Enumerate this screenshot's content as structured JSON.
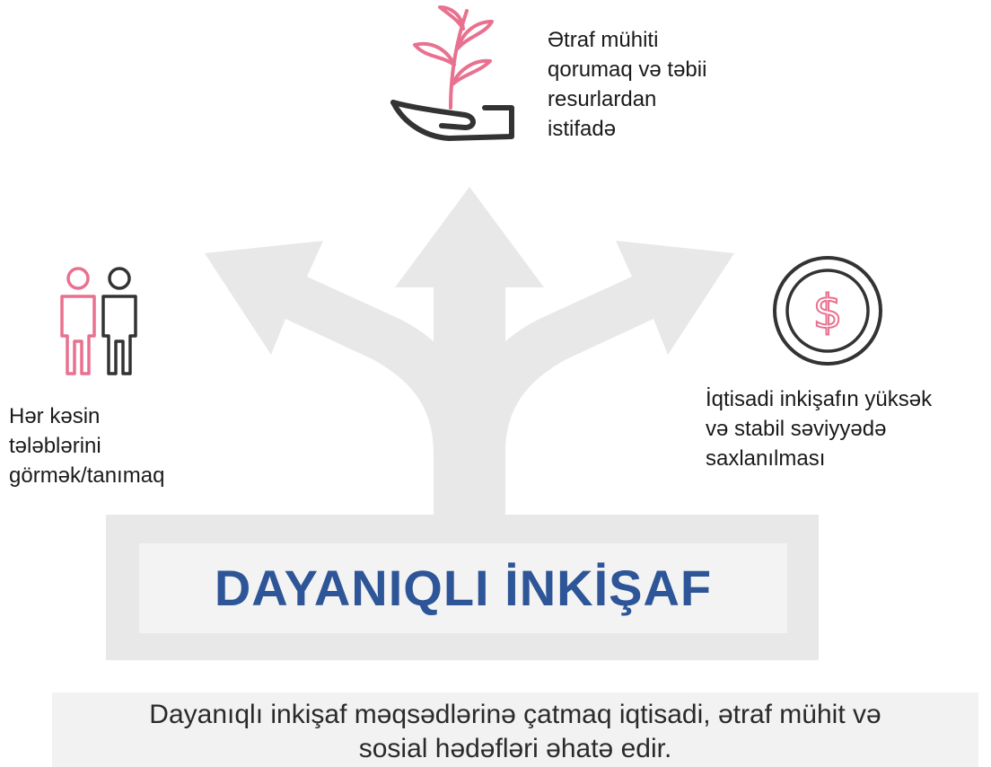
{
  "captions": {
    "environment": [
      "Ətraf mühiti",
      "qorumaq və təbii",
      "resurlardan",
      "istifadə"
    ],
    "people": [
      "Hər kəsin",
      "tələblərini",
      "görmək/tanımaq"
    ],
    "economy": [
      "İqtisadi inkişafın yüksək",
      "və stabil səviyyədə",
      "saxlanılması"
    ]
  },
  "title": "DAYANIQLI İNKİŞAF",
  "footer": [
    "Dayanıqlı inkişaf məqsədlərinə çatmaq iqtisadi, ətraf mühit və",
    "sosial hədəfləri əhatə edir."
  ],
  "icons": {
    "environment": "plant-in-hand-icon",
    "people": "two-people-icon",
    "economy": "dollar-coin-icon"
  },
  "colors": {
    "arrows": "#e8e8e8",
    "title": "#2d5597",
    "icon_accent": "#e8718f",
    "icon_dark": "#333333",
    "footer_bg": "#f2f2f2"
  }
}
